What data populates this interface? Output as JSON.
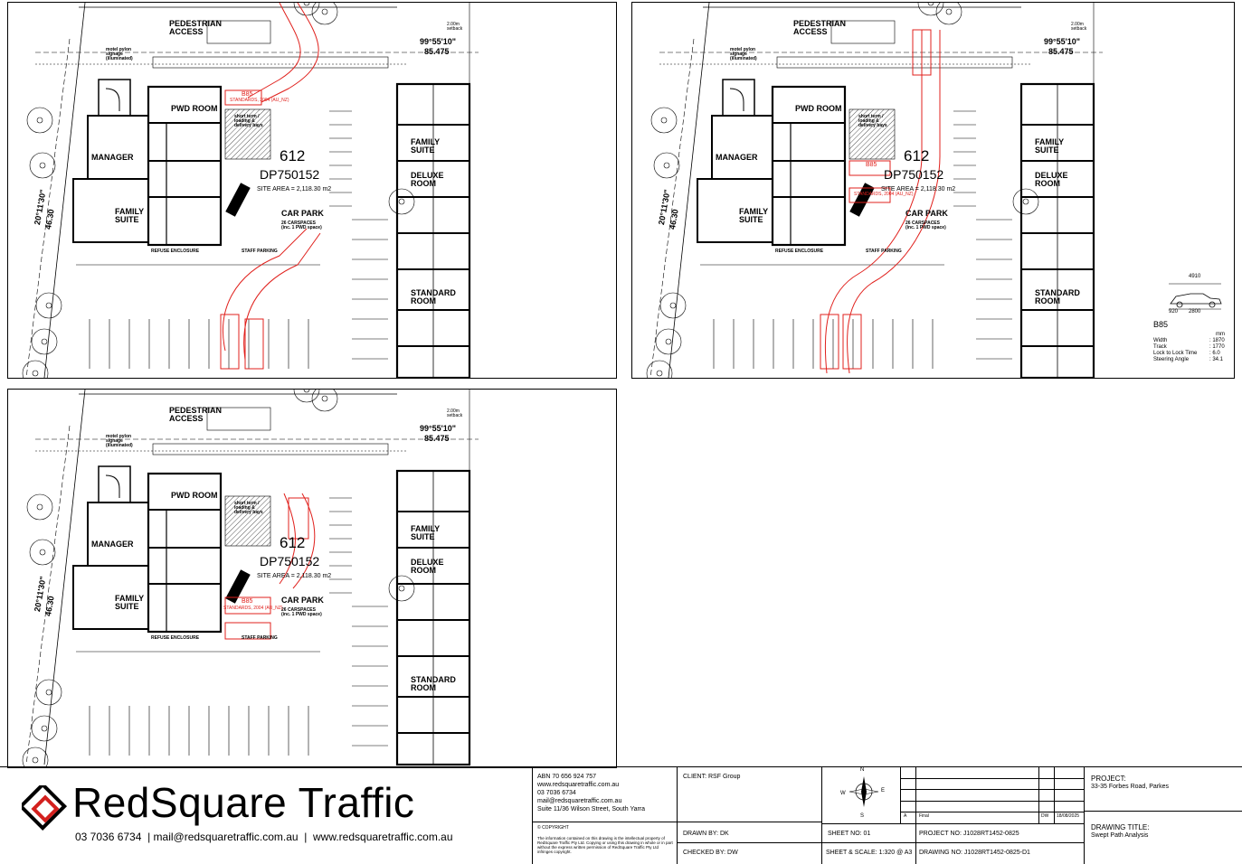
{
  "plan": {
    "pedestrian_access": "PEDESTRIAN\nACCESS",
    "setback": "2.00m\nsetback",
    "bearing_top": "99°55'10\"",
    "dist_top": "85.475",
    "pylon": "motel pylon\nsignage\n(illuminated)",
    "pwd_room": "PWD ROOM",
    "manager": "MANAGER",
    "family_suite": "FAMILY\nSUITE",
    "deluxe_room": "DELUXE\nROOM",
    "standard_room": "STANDARD\nROOM",
    "short_term": "short term /\nloading &\ndelivery bays",
    "lot": "612",
    "dp": "DP750152",
    "site_area": "SITE AREA = 2,118.30 m2",
    "car_park": "CAR PARK",
    "car_spaces": "26 CARSPACES\n(inc. 1 PWD space)",
    "refuse": "REFUSE ENCLOSURE",
    "staff_parking": "STAFF PARKING",
    "bearing_left": "20°11'30\"",
    "dist_left": "46.30",
    "vehicle": "B85",
    "standard_label": "STANDARDS, 2004 (AU_NZ)"
  },
  "vehicle_spec": {
    "length": "4910",
    "dim_a": "920",
    "dim_b": "2800",
    "name": "B85",
    "unit": "mm",
    "rows": [
      {
        "k": "Width",
        "v": ": 1870"
      },
      {
        "k": "Track",
        "v": ": 1770"
      },
      {
        "k": "Lock to Lock Time",
        "v": ": 6.0"
      },
      {
        "k": "Steering Angle",
        "v": ": 34.1"
      }
    ]
  },
  "title_block": {
    "brand": "RedSquare Traffic",
    "contact_line": "03 7036 6734  | mail@redsquaretraffic.com.au  |  www.redsquaretraffic.com.au",
    "abn": "ABN 70 656 924 757",
    "web": "www.redsquaretraffic.com.au",
    "phone": "03 7036 6734",
    "email": "mail@redsquaretraffic.com.au",
    "address": "Suite 11/36 Wilson Street, South Yarra",
    "copyright_title": "© COPYRIGHT",
    "copyright_text": "The information contained on this drawing is the intellectual property of RedSquare Traffic Pty Ltd. Copying or using this drawing in whole or in part without the express written permission of RedSquare Traffic Pty Ltd infringes copyright.",
    "client": "CLIENT: RSF Group",
    "drawn_by": "DRAWN BY: DK",
    "checked_by": "CHECKED BY: DW",
    "sheet_no": "SHEET NO: 01",
    "sheet_scale": "SHEET & SCALE: 1:320 @ A3",
    "project_no": "PROJECT NO: J1028RT1452-0825",
    "drawing_no": "DRAWING NO: J1028RT1452-0825-D1",
    "rev_letter": "A",
    "rev_desc": "Final",
    "rev_by": "DW",
    "rev_date": "18/08/2025",
    "north": "N",
    "east": "E",
    "south": "S",
    "west": "W",
    "project_label": "PROJECT:",
    "project": "33-35 Forbes Road, Parkes",
    "drawing_title_label": "DRAWING TITLE:",
    "drawing_title": "Swept Path Analysis"
  }
}
